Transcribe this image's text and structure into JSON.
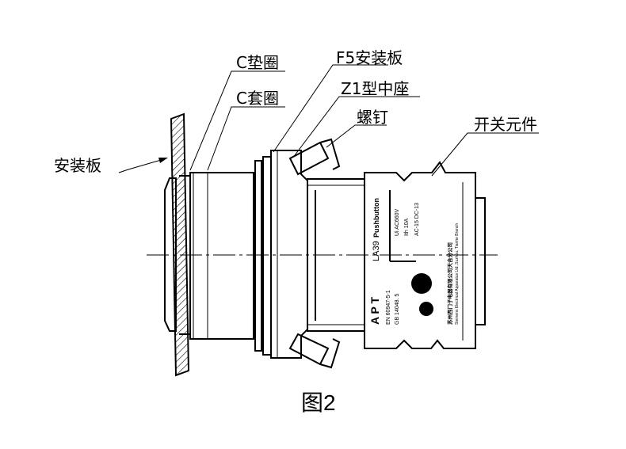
{
  "labels": {
    "c_washer": "C垫圈",
    "c_sleeve": "C套圈",
    "f5_plate": "F5安装板",
    "z1_base": "Z1型中座",
    "screw": "螺钉",
    "switch_element": "开关元件",
    "mounting_plate": "安装板"
  },
  "caption": "图2",
  "nameplate": {
    "brand": "A P T",
    "model": "LA39",
    "type": "Pushbutton",
    "ui": "Ui  AC660V",
    "ith": "Ith  10A",
    "category": "AC-15  DC-13",
    "standard1": "EN 60947-5-1",
    "standard2": "GB 14048. 5",
    "maker_cn": "苏州西门子电器有限公司天合分公司",
    "maker_en": "Siemens Electrical Apparatus Ltd.,Suzhou, Tianhe Branch"
  }
}
